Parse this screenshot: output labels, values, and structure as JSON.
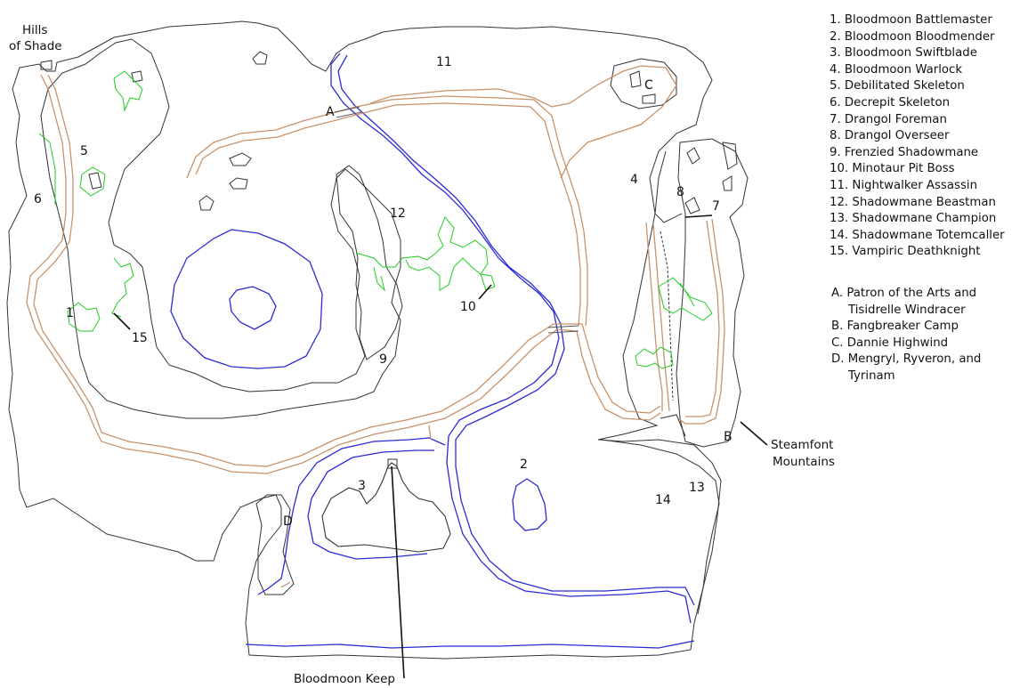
{
  "colors": {
    "outline": "#333333",
    "water": "#2b2bd6",
    "road": "#c8926a",
    "foliage": "#22cc22",
    "background": "#ffffff"
  },
  "places": {
    "hills_of_shade": [
      "Hills",
      "of Shade"
    ],
    "steamfont": [
      "Steamfont",
      "Mountains"
    ],
    "bloodmoon_keep": "Bloodmoon Keep"
  },
  "map_labels": {
    "n1": "1",
    "n2": "2",
    "n3": "3",
    "n4": "4",
    "n5": "5",
    "n6": "6",
    "n7": "7",
    "n8": "8",
    "n9": "9",
    "n10": "10",
    "n11": "11",
    "n12": "12",
    "n13": "13",
    "n14": "14",
    "n15": "15",
    "A": "A",
    "B": "B",
    "C": "C",
    "D": "D"
  },
  "legend_numbers": [
    "1. Bloodmoon Battlemaster",
    "2. Bloodmoon Bloodmender",
    "3. Bloodmoon Swiftblade",
    "4. Bloodmoon Warlock",
    "5. Debilitated Skeleton",
    "6. Decrepit Skeleton",
    "7. Drangol Foreman",
    "8. Drangol Overseer",
    "9. Frenzied Shadowmane",
    "10. Minotaur Pit Boss",
    "11. Nightwalker Assassin",
    "12. Shadowmane Beastman",
    "13. Shadowmane Champion",
    "14. Shadowmane Totemcaller",
    "15. Vampiric Deathknight"
  ],
  "legend_letters": [
    "A. Patron of the Arts and Tisidrelle Windracer",
    "B. Fangbreaker Camp",
    "C. Dannie Highwind",
    "D. Mengryl, Ryveron, and Tyrinam"
  ]
}
